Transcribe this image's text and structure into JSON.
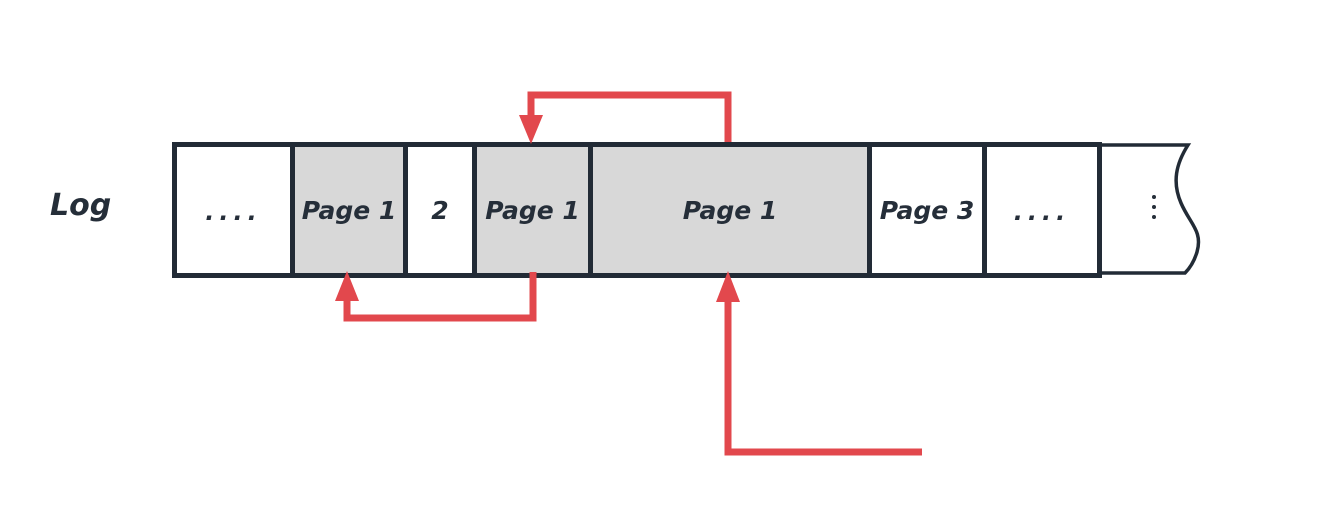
{
  "diagram": {
    "title": "Log",
    "cells": [
      {
        "label": "....",
        "highlighted": false
      },
      {
        "label": "Page 1",
        "highlighted": true
      },
      {
        "label": "2",
        "highlighted": false
      },
      {
        "label": "Page 1",
        "highlighted": true
      },
      {
        "label": "Page 1",
        "highlighted": true
      },
      {
        "label": "Page 3",
        "highlighted": false
      },
      {
        "label": "....",
        "highlighted": false
      }
    ],
    "torn_segment": {
      "icon": "vertical-ellipsis"
    },
    "arrows": [
      {
        "name": "top-loop",
        "from": "wide Page 1 top",
        "to": "second Page 1 top"
      },
      {
        "name": "bottom-left-loop",
        "from": "second Page 1 bottom",
        "to": "first Page 1 bottom"
      },
      {
        "name": "bottom-up",
        "from": "below right",
        "to": "wide Page 1 bottom"
      }
    ],
    "colors": {
      "outline": "#222b36",
      "highlight_fill": "#d8d8d8",
      "arrow_red": "#e2484d",
      "text": "#252e39"
    }
  }
}
